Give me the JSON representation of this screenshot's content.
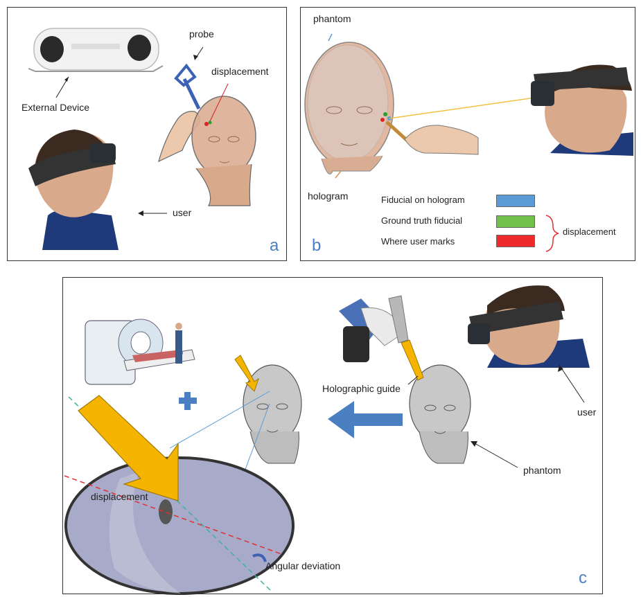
{
  "panel_a": {
    "letter": "a",
    "labels": {
      "probe": "probe",
      "displacement": "displacement",
      "external_device": "External Device",
      "user": "user"
    }
  },
  "panel_b": {
    "letter": "b",
    "labels": {
      "phantom": "phantom",
      "hologram": "hologram",
      "displacement": "displacement"
    },
    "legend": [
      {
        "label": "Fiducial on hologram",
        "color": "#5b9bd5"
      },
      {
        "label": "Ground truth fiducial",
        "color": "#70c04a"
      },
      {
        "label": "Where user marks",
        "color": "#ee2a2a"
      }
    ]
  },
  "panel_c": {
    "letter": "c",
    "labels": {
      "holographic_guide": "Holographic guide",
      "user": "user",
      "phantom": "phantom",
      "displacement": "displacement",
      "angular_deviation": "Angular deviation"
    }
  },
  "colors": {
    "accent_blue": "#4a7fc1",
    "arrow_yellow": "#f5b400",
    "skin": "#e8c4a8",
    "head_gray": "#c8c8c8"
  }
}
